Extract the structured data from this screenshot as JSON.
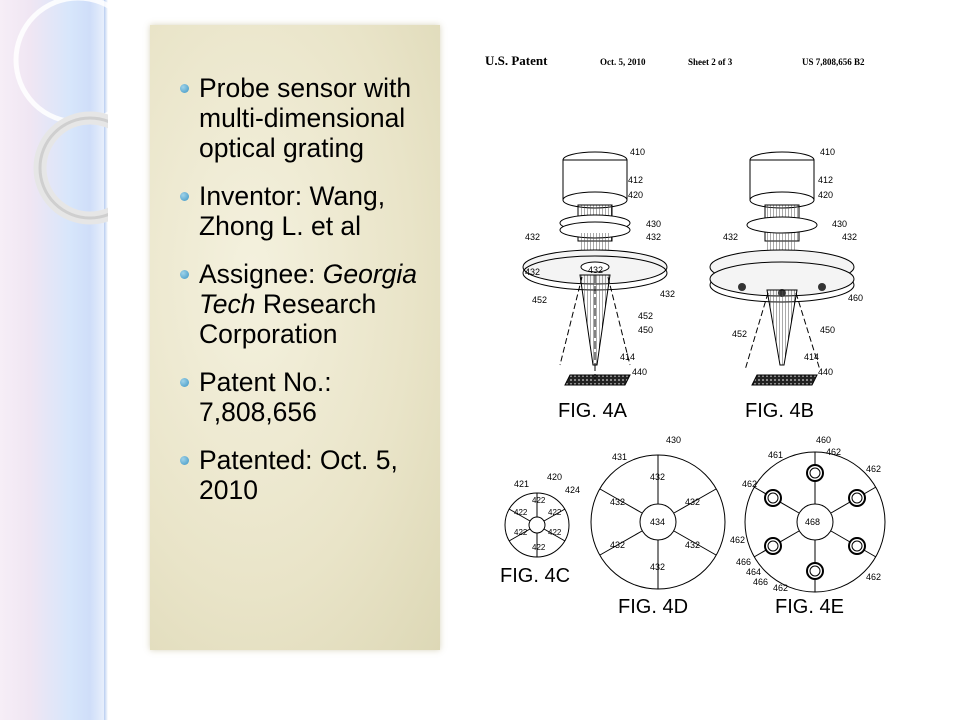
{
  "slide": {
    "bullets": [
      {
        "text": "Probe sensor with multi-dimensional optical grating"
      },
      {
        "text": "Inventor: Wang, Zhong L. et al"
      },
      {
        "prefix": "Assignee: ",
        "italic": "Georgia Tech",
        "suffix": " Research Corporation"
      },
      {
        "text": "Patent No.: 7,808,656"
      },
      {
        "text": "Patented: Oct. 5, 2010"
      }
    ]
  },
  "patent": {
    "header": {
      "left": "U.S. Patent",
      "date": "Oct. 5, 2010",
      "sheet": "Sheet 2 of 3",
      "number": "US 7,808,656 B2"
    },
    "figures": {
      "fig4a": {
        "caption": "FIG. 4A",
        "labels": [
          "410",
          "412",
          "420",
          "430",
          "432",
          "432",
          "432",
          "432",
          "432",
          "452",
          "452",
          "450",
          "414",
          "440"
        ]
      },
      "fig4b": {
        "caption": "FIG. 4B",
        "labels": [
          "410",
          "412",
          "420",
          "430",
          "432",
          "432",
          "460",
          "452",
          "450",
          "414",
          "440"
        ]
      },
      "fig4c": {
        "caption": "FIG. 4C",
        "labels": [
          "420",
          "421",
          "424",
          "422",
          "422",
          "422",
          "422",
          "422",
          "422"
        ]
      },
      "fig4d": {
        "caption": "FIG. 4D",
        "labels": [
          "430",
          "431",
          "432",
          "432",
          "432",
          "432",
          "432",
          "432",
          "434"
        ]
      },
      "fig4e": {
        "caption": "FIG. 4E",
        "labels": [
          "460",
          "461",
          "462",
          "462",
          "462",
          "462",
          "462",
          "462",
          "466",
          "464",
          "466",
          "468"
        ]
      }
    }
  },
  "colors": {
    "bullet": "#3d95c4",
    "panel": "#ece8cf",
    "strip": "#d7e6fb"
  }
}
